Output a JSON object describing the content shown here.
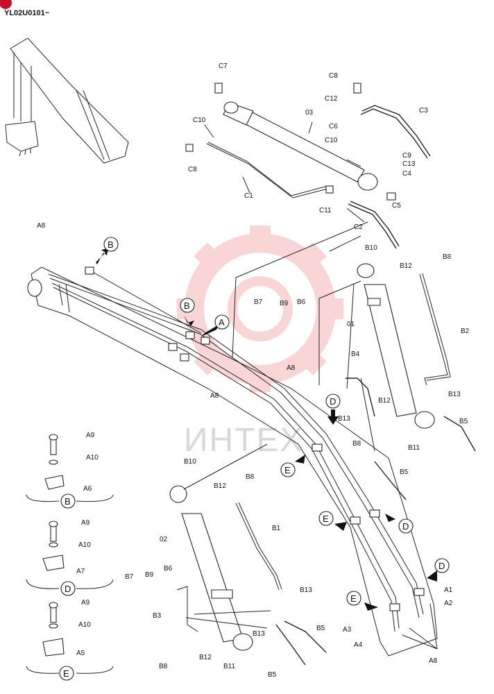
{
  "header": {
    "code": "YL02U0101~"
  },
  "watermark": {
    "text": "ИНТЕХ",
    "color": "#f2a3a3"
  },
  "labels": {
    "C7": "C7",
    "C8": "C8",
    "C12": "C12",
    "C10a": "C10",
    "C10b": "C10",
    "C6": "C6",
    "C3": "C3",
    "p03": "03",
    "C8b": "C8",
    "C1": "C1",
    "C11": "C11",
    "C2": "C2",
    "C9": "C9",
    "C13": "C13",
    "C4": "C4",
    "C5": "C5",
    "A8a": "A8",
    "B10a": "B10",
    "B12a": "B12",
    "B8a": "B8",
    "B7a": "B7",
    "B9a": "B9",
    "B6a": "B6",
    "p01": "01",
    "B2": "B2",
    "A8b": "A8",
    "A8c": "A8",
    "B4": "B4",
    "B12b": "B12",
    "B13a": "B13",
    "B13b": "B13",
    "B8b": "B8",
    "B11a": "B11",
    "B5a": "B5",
    "B5b": "B5",
    "A9a": "A9",
    "A10a": "A10",
    "A6": "A6",
    "A9b": "A9",
    "A10b": "A10",
    "A7": "A7",
    "A9c": "A9",
    "A10c": "A10",
    "A5": "A5",
    "B10b": "B10",
    "B12c": "B12",
    "B8c": "B8",
    "p02": "02",
    "B1": "B1",
    "B7b": "B7",
    "B9b": "B9",
    "B6b": "B6",
    "B3": "B3",
    "B13c": "B13",
    "B13d": "B13",
    "B5c": "B5",
    "B5d": "B5",
    "B8d": "B8",
    "B12d": "B12",
    "B11b": "B11",
    "A1": "A1",
    "A2": "A2",
    "A3": "A3",
    "A4": "A4",
    "A8d": "A8"
  },
  "callouts": {
    "B1": "B",
    "B2": "B",
    "A": "A",
    "D1": "D",
    "E1": "E",
    "E2": "E",
    "D2": "D",
    "D3": "D",
    "E3": "E",
    "detailB": "B",
    "detailD": "D",
    "detailE": "E"
  }
}
